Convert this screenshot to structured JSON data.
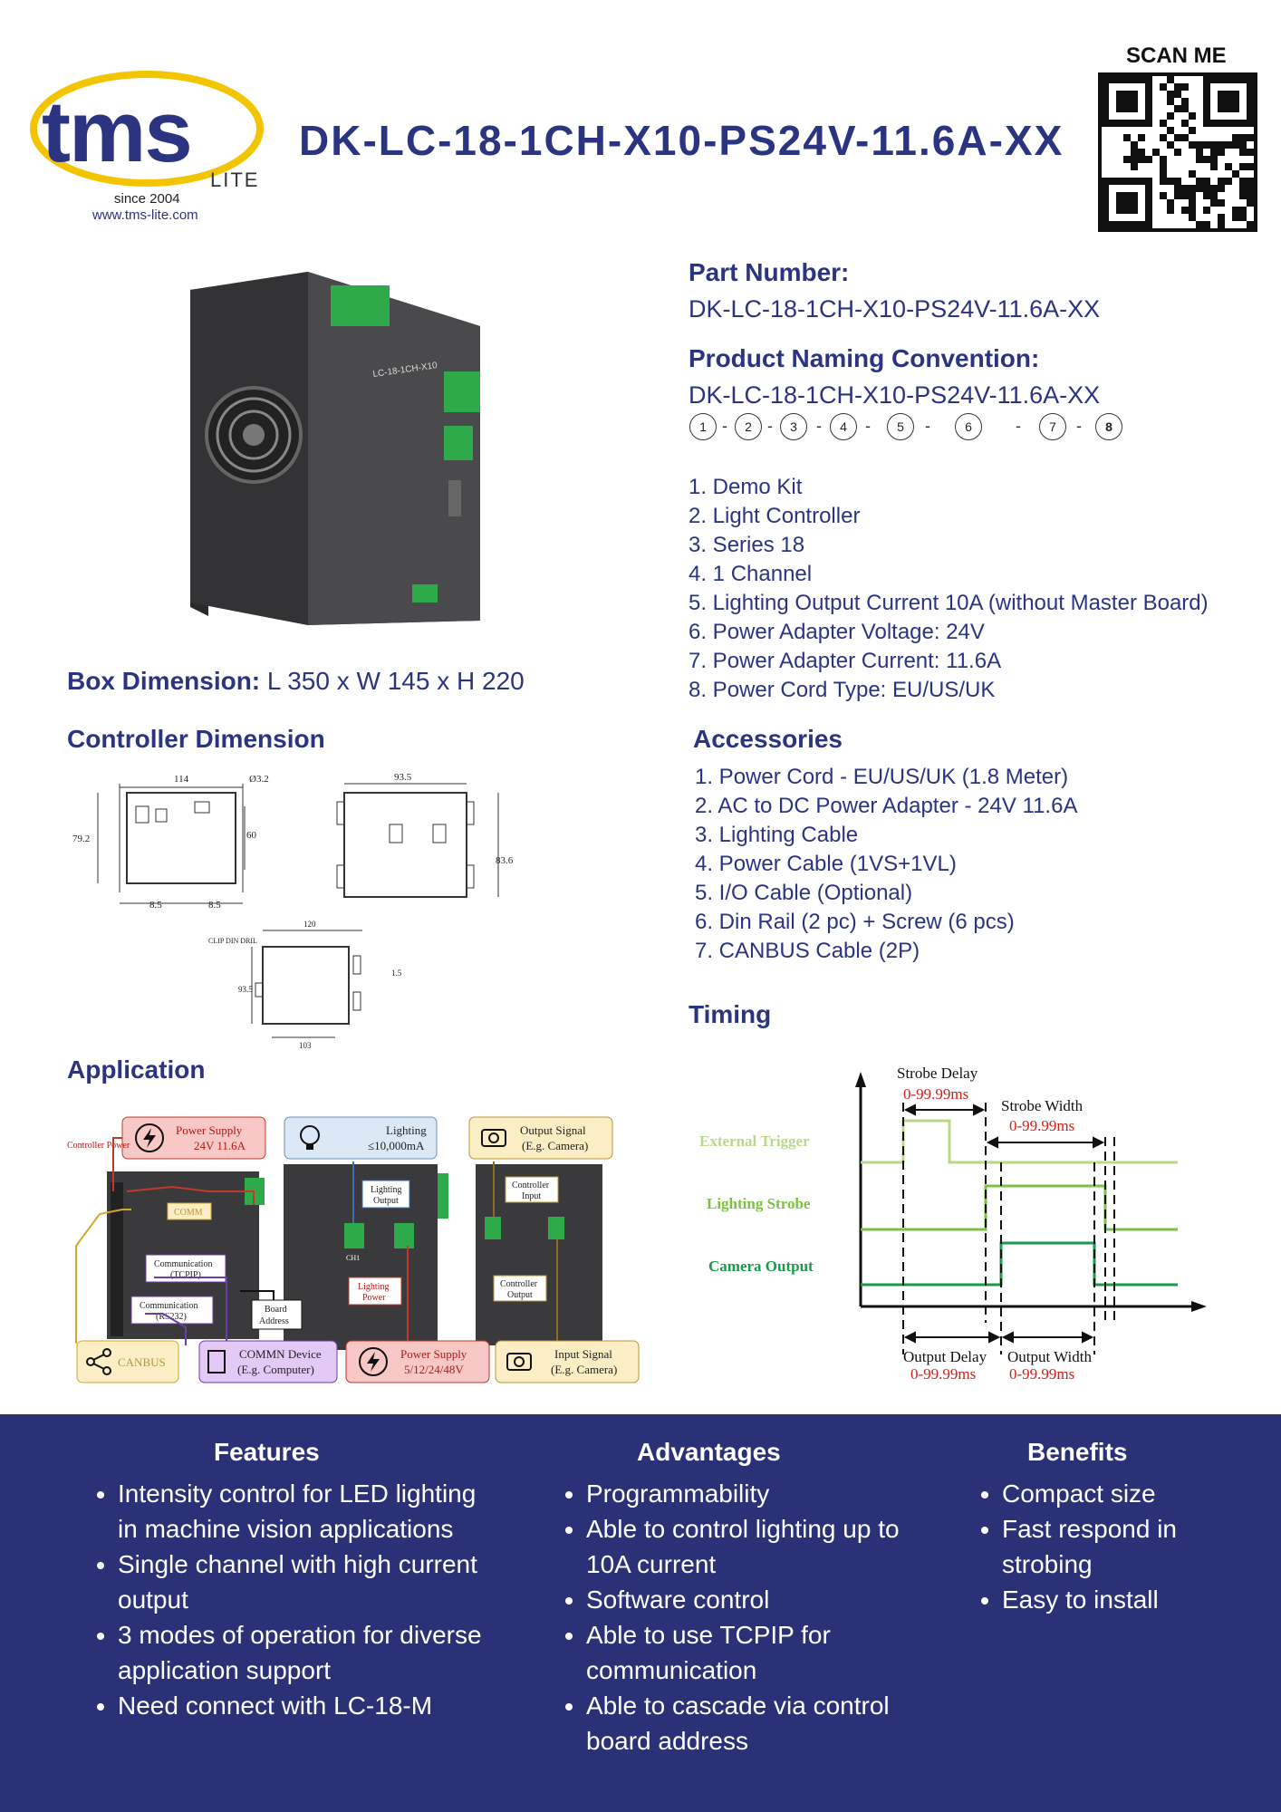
{
  "header": {
    "logo_text": "tms",
    "logo_sub": "LITE",
    "since": "since 2004",
    "website": "www.tms-lite.com",
    "title": "DK-LC-18-1CH-X10-PS24V-11.6A-XX",
    "scan_label": "SCAN ME"
  },
  "part": {
    "label": "Part Number:",
    "value": "DK-LC-18-1CH-X10-PS24V-11.6A-XX"
  },
  "naming": {
    "label": "Product Naming Convention:",
    "value": "DK-LC-18-1CH-X10-PS24V-11.6A-XX",
    "markers": [
      "1",
      "2",
      "3",
      "4",
      "5",
      "6",
      "7",
      "8"
    ],
    "items": [
      "1.  Demo Kit",
      "2. Light Controller",
      "3. Series 18",
      "4. 1 Channel",
      "5. Lighting Output Current 10A (without Master Board)",
      "6. Power Adapter Voltage: 24V",
      "7. Power Adapter Current: 11.6A",
      "8. Power Cord Type: EU/US/UK"
    ]
  },
  "product_photo": {
    "label": "LC-18-1CH-X10"
  },
  "box": {
    "label": "Box Dimension:",
    "value": " L 350 x W 145 x H 220"
  },
  "controller_dim": {
    "label": "Controller Dimension",
    "dims": [
      "114",
      "Ø3.2",
      "79.2",
      "60",
      "8.5",
      "8.5",
      "93.5",
      "83.6",
      "120",
      "93.5",
      "1.5",
      "103",
      "CLIP DIN DRIL"
    ]
  },
  "accessories": {
    "label": "Accessories",
    "items": [
      "1. Power Cord - EU/US/UK (1.8 Meter)",
      "2. AC to DC Power Adapter - 24V 11.6A",
      "3. Lighting Cable",
      "4. Power Cable (1VS+1VL)",
      "5. I/O Cable (Optional)",
      "6. Din Rail (2 pc) + Screw (6 pcs)",
      "7. CANBUS Cable (2P)"
    ]
  },
  "timing": {
    "label": "Timing",
    "strobe_delay": "Strobe Delay",
    "strobe_delay_val": "0-99.99ms",
    "strobe_width": "Strobe Width",
    "strobe_width_val": "0-99.99ms",
    "external_trigger": "External Trigger",
    "lighting_strobe": "Lighting Strobe",
    "camera_output": "Camera Output",
    "output_delay": "Output Delay",
    "output_delay_val": "0-99.99ms",
    "output_width": "Output Width",
    "output_width_val": "0-99.99ms"
  },
  "application": {
    "label": "Application",
    "controller_power": "Controller Power",
    "power_supply_top_1": "Power Supply",
    "power_supply_top_2": "24V 11.6A",
    "lighting_1": "Lighting",
    "lighting_2": "≤10,000mA",
    "output_signal_1": "Output Signal",
    "output_signal_2": "(E.g. Camera)",
    "comm": "COMM",
    "comm_tcpip_1": "Communication",
    "comm_tcpip_2": "(TCPIP)",
    "comm_rs232_1": "Communication",
    "comm_rs232_2": "(RS232)",
    "board_address_1": "Board",
    "board_address_2": "Address",
    "lighting_output_1": "Lighting",
    "lighting_output_2": "Output",
    "lighting_power_1": "Lighting",
    "lighting_power_2": "Power",
    "controller_input_1": "Controller",
    "controller_input_2": "Input",
    "controller_output_1": "Controller",
    "controller_output_2": "Output",
    "ch1": "CH1",
    "canbus": "CANBUS",
    "commn_device_1": "COMMN Device",
    "commn_device_2": "(E.g. Computer)",
    "power_supply_bottom_1": "Power Supply",
    "power_supply_bottom_2": "5/12/24/48V",
    "input_signal_1": "Input Signal",
    "input_signal_2": "(E.g. Camera)"
  },
  "footer": {
    "features_title": "Features",
    "features": [
      "Intensity control for LED lighting in machine vision applications",
      "Single channel with high current output",
      "3 modes of operation for diverse application support",
      "Need connect with LC-18-M"
    ],
    "advantages_title": "Advantages",
    "advantages": [
      "Programmability",
      "Able to control lighting up to 10A current",
      "Software control",
      "Able to use TCPIP for communication",
      "Able to cascade via control board address"
    ],
    "benefits_title": "Benefits",
    "benefits": [
      "Compact size",
      "Fast respond in strobing",
      "Easy to install"
    ]
  },
  "colors": {
    "brand_blue": "#2b3480",
    "footer_bg": "#2b3177",
    "logo_yellow": "#f2c500",
    "signal_light_green": "#b8d98a",
    "signal_green": "#7cc242",
    "signal_dark_green": "#1a9a4a",
    "delay_red": "#d0201a"
  }
}
